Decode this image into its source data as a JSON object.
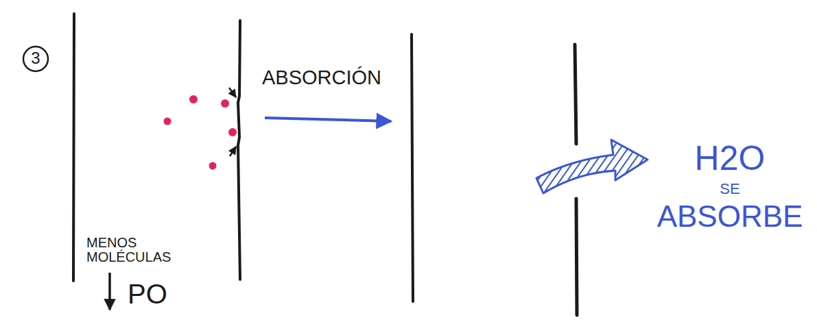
{
  "diagram": {
    "labels": [
      "3",
      "ABSORCIÓN",
      "MENOS MOLÉCULAS",
      "PO",
      "H2O SE ABSORBE"
    ]
  }
}
